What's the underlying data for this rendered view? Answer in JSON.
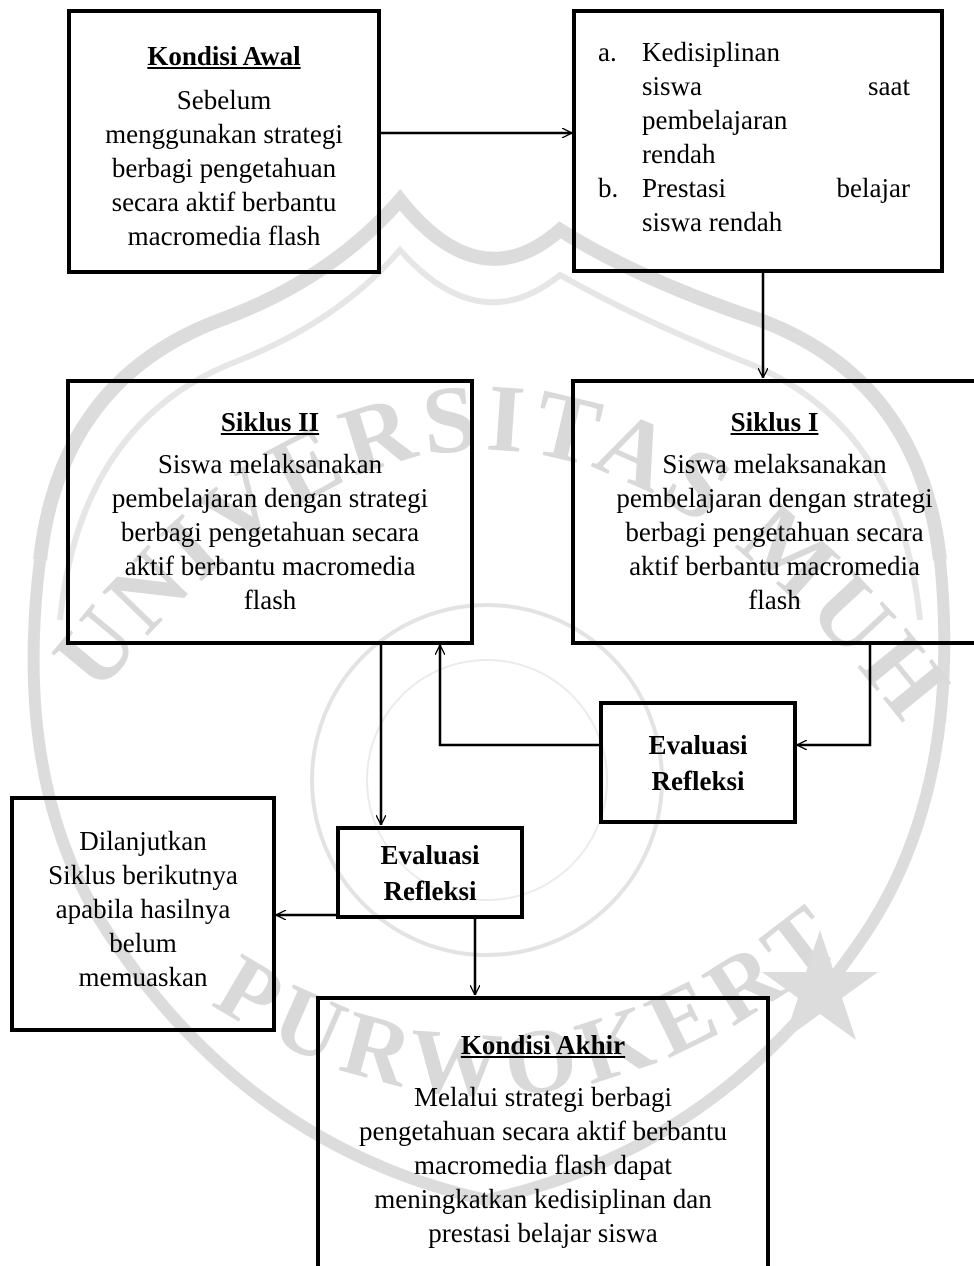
{
  "watermark": {
    "arc_text": "UNIVERSITAS MUHAMMADIYAH",
    "bottom_text": "PURWOKERTO"
  },
  "kondisi_awal": {
    "title": "Kondisi Awal",
    "lines": [
      "Sebelum",
      "menggunakan strategi",
      "berbagi pengetahuan",
      "secara aktif berbantu",
      "macromedia flash"
    ]
  },
  "masalah": {
    "items": [
      {
        "marker": "a.",
        "lines": [
          "Kedisiplinan",
          "siswa saat",
          "pembelajaran",
          "rendah"
        ]
      },
      {
        "marker": "b.",
        "lines": [
          "Prestasi belajar",
          "siswa rendah"
        ]
      }
    ]
  },
  "siklus_1": {
    "title": "Siklus I",
    "lines": [
      "Siswa melaksanakan",
      "pembelajaran dengan strategi",
      "berbagi pengetahuan secara",
      "aktif berbantu macromedia",
      "flash"
    ]
  },
  "siklus_2": {
    "title": "Siklus II",
    "lines": [
      "Siswa melaksanakan",
      "pembelajaran dengan strategi",
      "berbagi pengetahuan secara",
      "aktif berbantu macromedia",
      "flash"
    ]
  },
  "evaluasi_1": {
    "lines": [
      "Evaluasi",
      "Refleksi"
    ]
  },
  "evaluasi_2": {
    "lines": [
      "Evaluasi",
      "Refleksi"
    ]
  },
  "lanjut": {
    "lines": [
      "Dilanjutkan",
      "Siklus berikutnya",
      "apabila hasilnya",
      "belum",
      "memuaskan"
    ]
  },
  "kondisi_akhir": {
    "title": "Kondisi Akhir",
    "lines": [
      "Melalui strategi berbagi",
      "pengetahuan secara aktif berbantu",
      "macromedia flash dapat",
      "meningkatkan kedisiplinan dan",
      "prestasi belajar siswa"
    ]
  }
}
